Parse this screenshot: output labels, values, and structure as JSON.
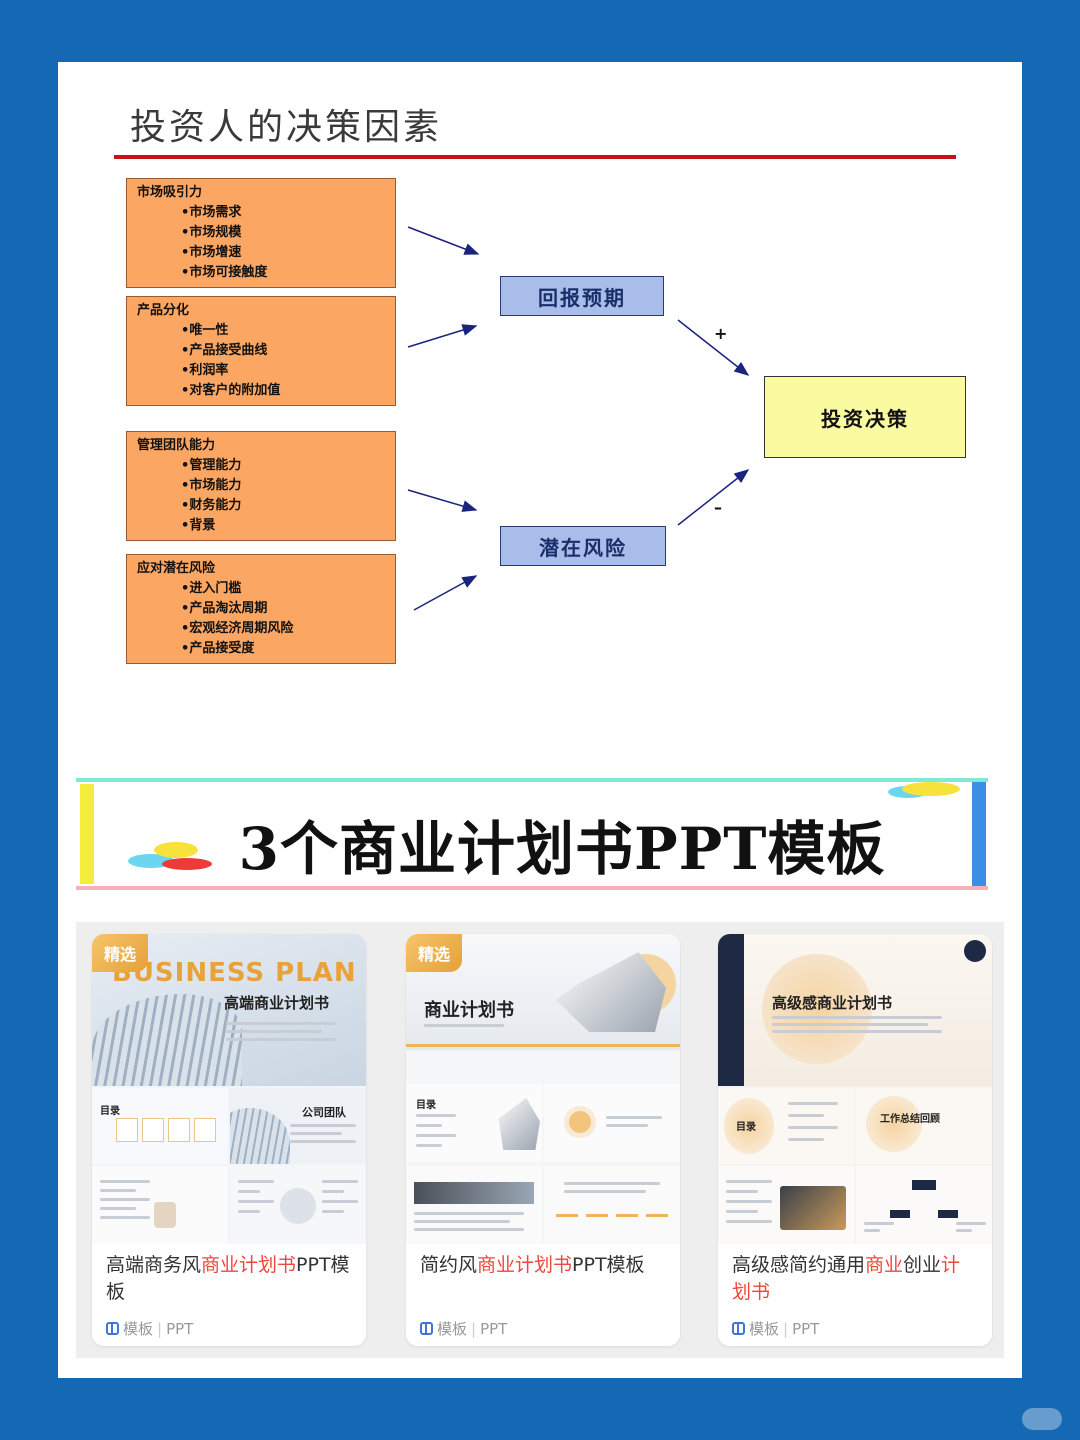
{
  "slide": {
    "title": "投资人的决策因素",
    "factors": [
      {
        "heading": "市场吸引力",
        "items": [
          "市场需求",
          "市场规模",
          "市场增速",
          "市场可接触度"
        ]
      },
      {
        "heading": "产品分化",
        "items": [
          "唯一性",
          "产品接受曲线",
          "利润率",
          "对客户的附加值"
        ]
      },
      {
        "heading": "管理团队能力",
        "items": [
          "管理能力",
          "市场能力",
          "财务能力",
          "背景"
        ]
      },
      {
        "heading": "应对潜在风险",
        "items": [
          "进入门槛",
          "产品淘汰周期",
          "宏观经济周期风险",
          "产品接受度"
        ]
      }
    ],
    "return_box": "回报预期",
    "risk_box": "潜在风险",
    "decision_box": "投资决策",
    "plus_sign": "+",
    "minus_sign": "–"
  },
  "banner": {
    "title": "3个商业计划书PPT模板"
  },
  "cards": [
    {
      "badge": "精选",
      "name_parts": [
        {
          "text": "高端商务风",
          "hl": false
        },
        {
          "text": "商业计划书",
          "hl": true
        },
        {
          "text": "PPT模板",
          "hl": false
        }
      ],
      "meta_type": "模板",
      "meta_format": "PPT",
      "thumb": {
        "headline": "BUSINESS PLAN",
        "subtitle": "高端商业计划书",
        "tile_a": "目录",
        "tile_b": "公司团队"
      }
    },
    {
      "badge": "精选",
      "name_parts": [
        {
          "text": "简约风",
          "hl": false
        },
        {
          "text": "商业计划书",
          "hl": true
        },
        {
          "text": "PPT模板",
          "hl": false
        }
      ],
      "meta_type": "模板",
      "meta_format": "PPT",
      "thumb": {
        "subtitle": "商业计划书",
        "tile_a": "目录"
      }
    },
    {
      "badge": "",
      "name_parts": [
        {
          "text": "高级感简约通用",
          "hl": false
        },
        {
          "text": "商业",
          "hl": true
        },
        {
          "text": "创业",
          "hl": false
        },
        {
          "text": "计划书",
          "hl": true
        }
      ],
      "meta_type": "模板",
      "meta_format": "PPT",
      "thumb": {
        "subtitle": "高级感商业计划书",
        "tile_a": "目录",
        "tile_b": "工作总结回顾"
      }
    }
  ],
  "colors": {
    "background": "#1468b4",
    "factor_fill": "#fba662",
    "mid_fill": "#a9bdea",
    "decision_fill": "#fafaa0",
    "title_rule": "#c8101b",
    "highlight": "#f0463c"
  }
}
